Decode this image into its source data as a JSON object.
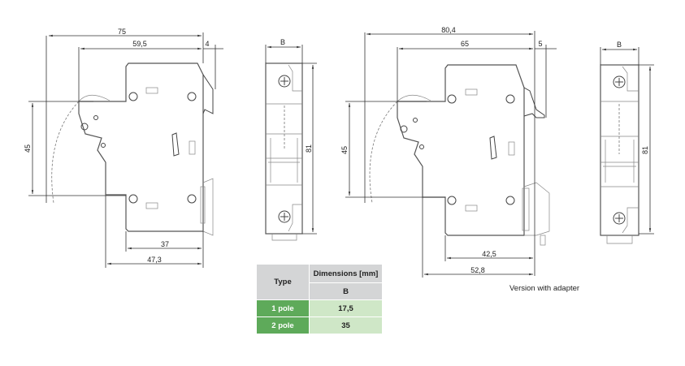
{
  "view1": {
    "dim_total": "75",
    "dim_body": "59,5",
    "dim_rail": "4",
    "dim_height": "45",
    "dim_depth_inner": "37",
    "dim_depth_outer": "47,3"
  },
  "front1": {
    "dim_width": "B",
    "dim_height": "81"
  },
  "view2": {
    "dim_total": "80,4",
    "dim_body": "65",
    "dim_rail": "5",
    "dim_height": "45",
    "dim_depth_inner": "42,5",
    "dim_depth_outer": "52,8",
    "caption": "Version with adapter"
  },
  "front2": {
    "dim_width": "B",
    "dim_height": "81"
  },
  "table": {
    "header_type": "Type",
    "header_dimensions": "Dimensions [mm]",
    "header_b": "B",
    "rows": [
      {
        "type": "1 pole",
        "b": "17,5"
      },
      {
        "type": "2 pole",
        "b": "35"
      }
    ]
  },
  "colors": {
    "green_dark": "#5eaa5a",
    "green_light": "#cfe7c7",
    "gray": "#d4d5d6"
  }
}
